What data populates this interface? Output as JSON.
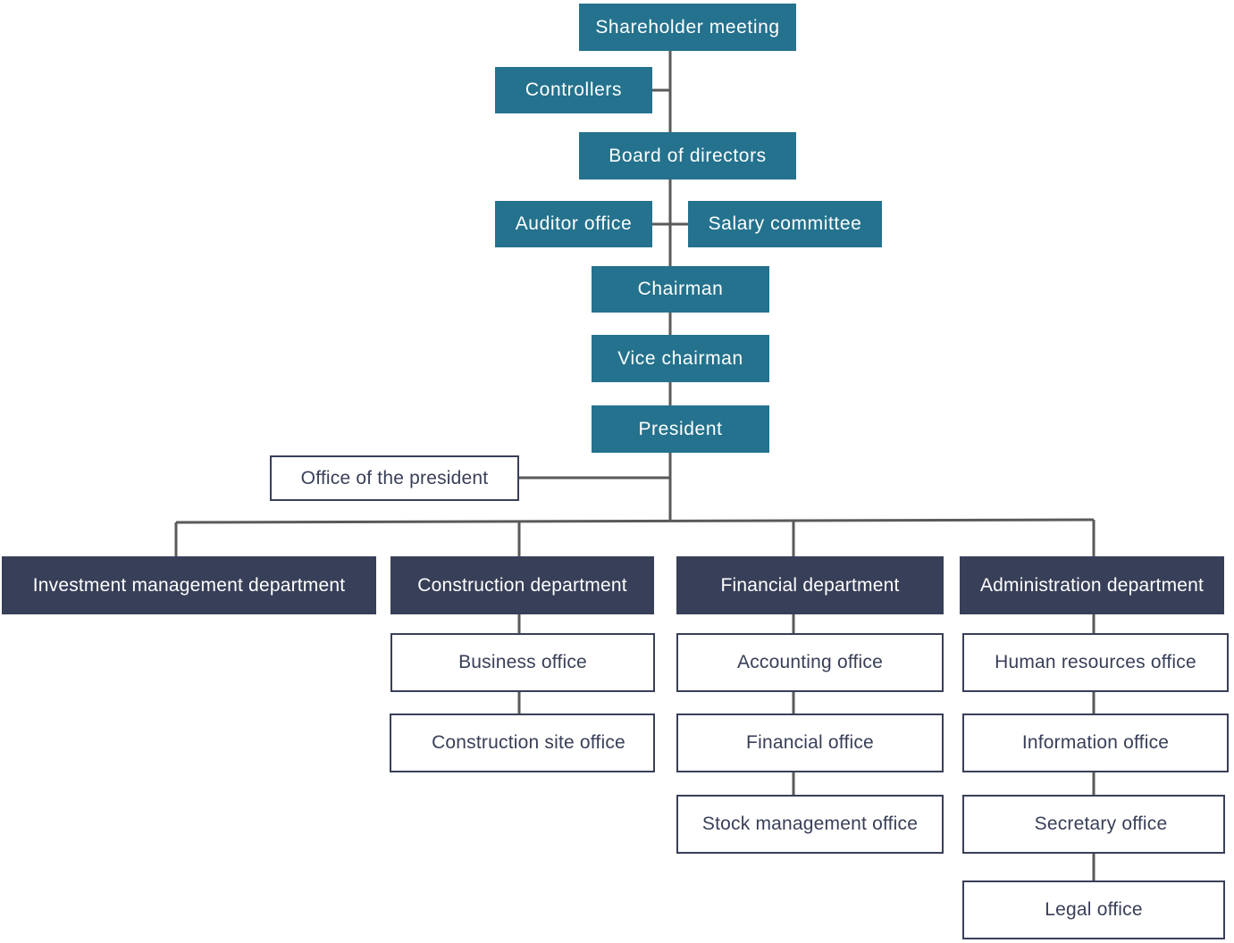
{
  "colors": {
    "governance_fill": "#24728d",
    "department_fill": "#383f58",
    "office_border": "#383f58",
    "connector": "#5a5a5a"
  },
  "nodes": {
    "shareholder_meeting": "Shareholder meeting",
    "controllers": "Controllers",
    "board_of_directors": "Board of directors",
    "auditor_office": "Auditor office",
    "salary_committee": "Salary committee",
    "chairman": "Chairman",
    "vice_chairman": "Vice chairman",
    "president": "President",
    "office_of_the_president": "Office of the president"
  },
  "departments": [
    {
      "key": "investment",
      "label": "Investment management department",
      "offices": []
    },
    {
      "key": "construction",
      "label": "Construction department",
      "offices": [
        "Business office",
        "Construction site office"
      ]
    },
    {
      "key": "financial",
      "label": "Financial department",
      "offices": [
        "Accounting office",
        "Financial office",
        "Stock management office"
      ]
    },
    {
      "key": "administration",
      "label": "Administration department",
      "offices": [
        "Human resources office",
        "Information office",
        "Secretary office",
        "Legal office"
      ]
    }
  ]
}
